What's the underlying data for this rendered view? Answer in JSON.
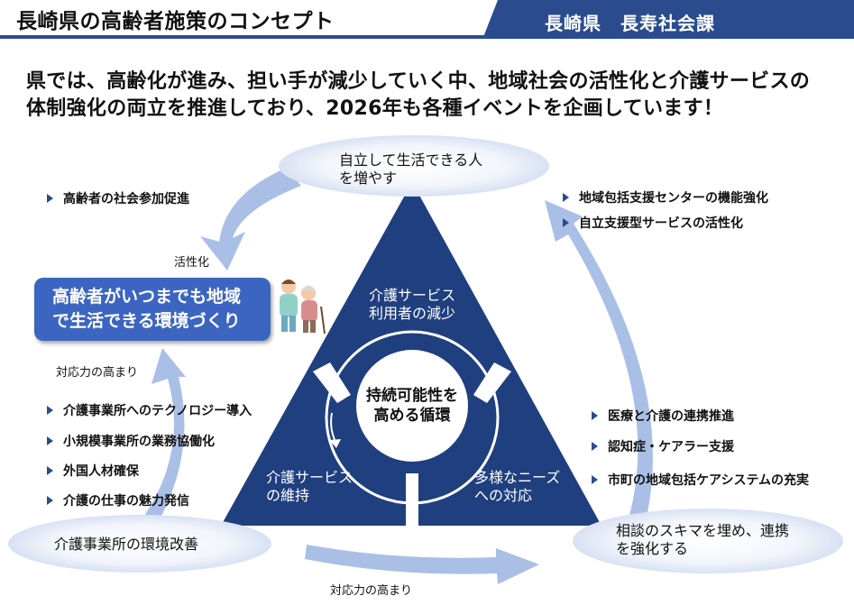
{
  "header": {
    "title": "長崎県の高齢者施策のコンセプト",
    "department": "長崎県　長寿社会課"
  },
  "lead": {
    "line1": "県では、高齢化が進み、担い手が減少していく中、地域社会の活性化と介護サービスの",
    "line2": "体制強化の両立を推進しており、2026年も各種イベントを企画しています！"
  },
  "diagram": {
    "top_ellipse": {
      "line1": "自立して生活できる人",
      "line2": "を増やす"
    },
    "bottom_left_ellipse": {
      "text": "介護事業所の環境改善"
    },
    "bottom_right_ellipse": {
      "line1": "相談のスキマを埋め、連携",
      "line2": "を強化する"
    },
    "main_box": {
      "line1": "高齢者がいつまでも地域",
      "line2": "で生活できる環境づくり"
    },
    "center": {
      "line1": "持続可能性を",
      "line2": "高める循環"
    },
    "triangle_sections": {
      "top": {
        "line1": "介護サービス",
        "line2": "利用者の減少"
      },
      "bottom_left": {
        "line1": "介護サービス",
        "line2": "の維持"
      },
      "bottom_right": {
        "line1": "多様なニーズ",
        "line2": "への対応"
      }
    },
    "arrow_labels": {
      "activation": "活性化",
      "response_left": "対応力の高まり",
      "response_bottom": "対応力の高まり"
    },
    "bullets_top_left": [
      "高齢者の社会参加促進"
    ],
    "bullets_left": [
      "介護事業所へのテクノロジー導入",
      "小規模事業所の業務協働化",
      "外国人材確保",
      "介護の仕事の魅力発信"
    ],
    "bullets_top_right": [
      "地域包括支援センターの機能強化",
      "自立支援型サービスの活性化"
    ],
    "bullets_right": [
      "医療と介護の連携推進",
      "認知症・ケアラー支援",
      "市町の地域包括ケアシステムの充実"
    ]
  },
  "colors": {
    "navy": "#1f3f7f",
    "header_navy": "#2a4c8f",
    "box_blue": "#3c65c2",
    "arrow_light": "#a9bfe6",
    "ellipse_light": "#e6ecf7"
  }
}
